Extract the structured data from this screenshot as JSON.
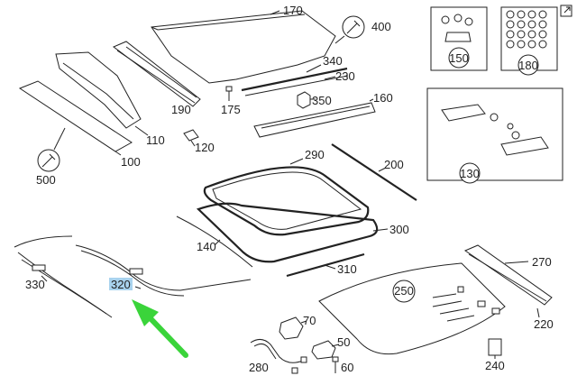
{
  "labels": {
    "p170": "170",
    "p400": "400",
    "p340": "340",
    "p230": "230",
    "p350": "350",
    "p160": "160",
    "p190": "190",
    "p175": "175",
    "p110": "110",
    "p120": "120",
    "p100": "100",
    "p500": "500",
    "p290": "290",
    "p200": "200",
    "p140": "140",
    "p300": "300",
    "p310": "310",
    "p330": "330",
    "p320": "320",
    "p250": "250",
    "p270": "270",
    "p220": "220",
    "p70": "70",
    "p50": "50",
    "p280": "280",
    "p60": "60",
    "p240": "240",
    "p150": "150",
    "p180": "180",
    "p130": "130"
  },
  "highlight": {
    "part": "320",
    "color": "#a9d3ee",
    "arrow_color": "#3ad43a"
  }
}
